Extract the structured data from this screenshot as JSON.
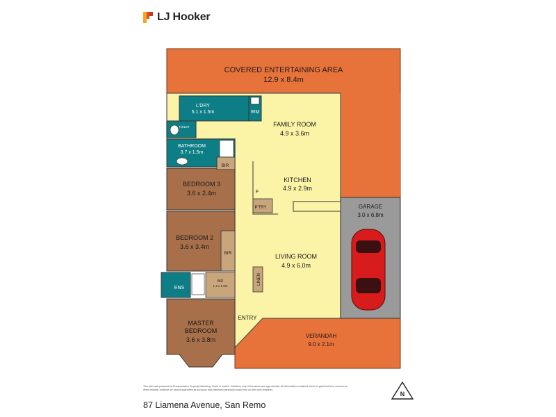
{
  "brand": {
    "name": "LJ Hooker"
  },
  "rooms": {
    "covered_entertaining": {
      "name": "COVERED ENTERTAINING AREA",
      "dims": "12.9 x 8.4m"
    },
    "laundry": {
      "name": "L'DRY",
      "dims": "5.1 x 1.5m",
      "wm": "WM"
    },
    "toilet": {
      "name": "TOILET"
    },
    "bathroom": {
      "name": "BATHROOM",
      "dims": "3.7 x 1.5m"
    },
    "family_room": {
      "name": "FAMILY ROOM",
      "dims": "4.9 x 3.6m"
    },
    "kitchen": {
      "name": "KITCHEN",
      "dims": "4.9 x 2.9m",
      "fridge": "F",
      "pantry": "P'TRY"
    },
    "bedroom3": {
      "name": "BEDROOM 3",
      "dims": "3.6 x 2.4m",
      "bir": "BIR"
    },
    "bedroom2": {
      "name": "BEDROOM 2",
      "dims": "3.6 x 3.4m",
      "bir": "BIR"
    },
    "garage": {
      "name": "GARAGE",
      "dims": "3.0 x 6.8m"
    },
    "living_room": {
      "name": "LIVING ROOM",
      "dims": "4.9 x 6.0m",
      "linen": "LINEN"
    },
    "ensuite": {
      "name": "ENS"
    },
    "master_bir": {
      "name": "BIR",
      "dims": "1.4 x 1.0m"
    },
    "master_bedroom": {
      "name1": "MASTER",
      "name2": "BEDROOM",
      "dims": "3.6 x 3.8m"
    },
    "entry": {
      "name": "ENTRY"
    },
    "verandah": {
      "name": "VERANDAH",
      "dims": "9.0 x 2.1m"
    }
  },
  "compass": {
    "label": "N"
  },
  "disclaimer": "This plan was prepared by Encapsulation Property Marketing. Scale in metres. Indicative only. Dimensions are approximate. All information contained herein is gathered from sources we deem reliable, however we cannot guarantee its accuracy and interested person(s) should rely on their own enquiries.",
  "address": "87 Liamena Avenue, San Remo",
  "colors": {
    "outdoor": "#e8733a",
    "living": "#fbf3a6",
    "bedroom": "#a8704a",
    "wet_area": "#0e7e86",
    "garage": "#9a9a9a",
    "car": "#d81b1b"
  }
}
